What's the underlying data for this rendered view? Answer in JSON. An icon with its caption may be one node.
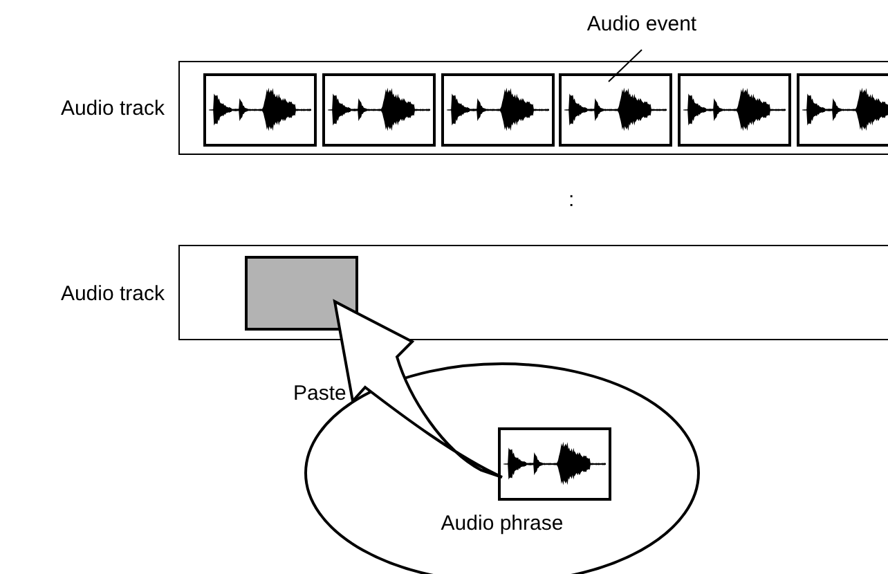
{
  "diagram": {
    "nodes": [
      {
        "text": [
          "Audio event"
        ]
      },
      {
        "text": [
          "Audio track"
        ]
      },
      {
        "text": [],
        "shape": "box",
        "in": 1
      },
      {
        "text": [],
        "shape": "box",
        "in": 1
      },
      {
        "text": [],
        "shape": "box",
        "in": 1
      },
      {
        "text": [],
        "shape": "box",
        "in": 1
      },
      {
        "text": [],
        "shape": "box",
        "in": 1
      },
      {
        "text": [],
        "shape": "box",
        "in": 1
      },
      {
        "text": [
          "Audio track"
        ]
      },
      {
        "text": [],
        "shape": "box",
        "in": 8
      },
      {
        "text": [
          "Audio phrase"
        ]
      },
      {
        "text": [],
        "shape": "box",
        "in": 10
      }
    ],
    "edges": [
      {
        "from": 0,
        "to": 5,
        "arrow": "none"
      },
      {
        "from": 11,
        "to": 9,
        "arrow": "to",
        "label": "Paste"
      }
    ],
    "labels": [
      ":"
    ]
  }
}
